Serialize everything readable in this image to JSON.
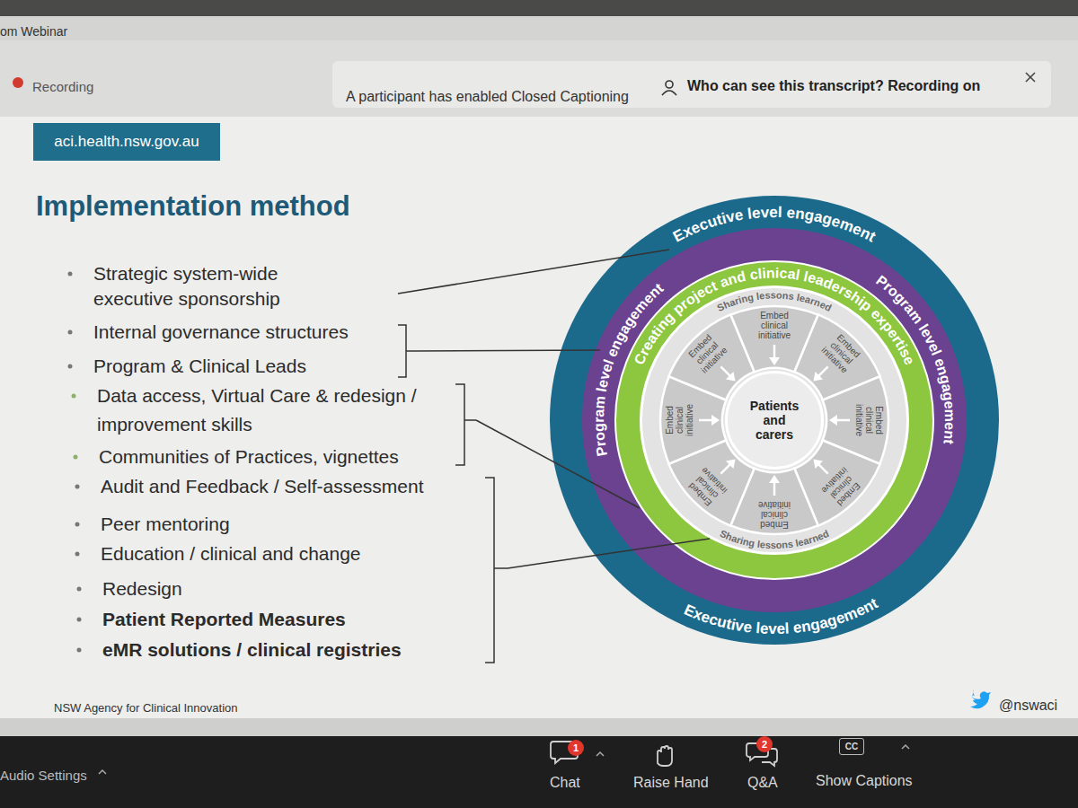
{
  "diagram": {
    "title": "Implementation method",
    "nodes": [
      {
        "text": [
          "aci.health.nsw.gov.au"
        ]
      },
      {
        "text": [
          "Executive level engagement",
          "Executive level engagement"
        ]
      },
      {
        "text": [
          "Program level engagement",
          "Program level engagement"
        ],
        "in": 1
      },
      {
        "text": [
          "Creating project and clinical leadership expertise"
        ],
        "in": 2
      },
      {
        "text": [
          "Sharing lessons learned",
          "Sharing lessons learned"
        ],
        "in": 3
      },
      {
        "text": [
          "Embed clinical initiative"
        ],
        "in": 4
      },
      {
        "text": [
          "Embed clinical initiative"
        ],
        "in": 4
      },
      {
        "text": [
          "Embed clinical initiative"
        ],
        "in": 4
      },
      {
        "text": [
          "Embed clinical initiative"
        ],
        "in": 4
      },
      {
        "text": [
          "Embed clinical initiative"
        ],
        "in": 4
      },
      {
        "text": [
          "Embed clinical initiative"
        ],
        "in": 4
      },
      {
        "text": [
          "Embed clinical initiative"
        ],
        "in": 4
      },
      {
        "text": [
          "Embed clinical initiative"
        ],
        "in": 4
      },
      {
        "text": [
          "Patients and carers"
        ],
        "in": 4
      },
      {
        "text": [
          "1"
        ]
      },
      {
        "text": [
          "2"
        ]
      },
      {
        "text": [
          "CC"
        ]
      }
    ],
    "labels": [
      "om Webinar",
      "Recording",
      "A participant has enabled Closed Captioning",
      "Who can see this transcript? Recording on",
      "Strategic system-wide executive sponsorship",
      "Internal governance structures",
      "Program & Clinical Leads",
      "Data access, Virtual Care & redesign / improvement skills",
      "Communities of Practices, vignettes",
      "Audit and Feedback / Self-assessment",
      "Peer mentoring",
      "Education / clinical and change",
      "Redesign",
      "Patient Reported Measures",
      "eMR solutions / clinical registries",
      "NSW Agency for Clinical Innovation",
      "@nswaci",
      "Audio Settings",
      "Chat",
      "Raise Hand",
      "Q&A",
      "Show Captions"
    ]
  }
}
